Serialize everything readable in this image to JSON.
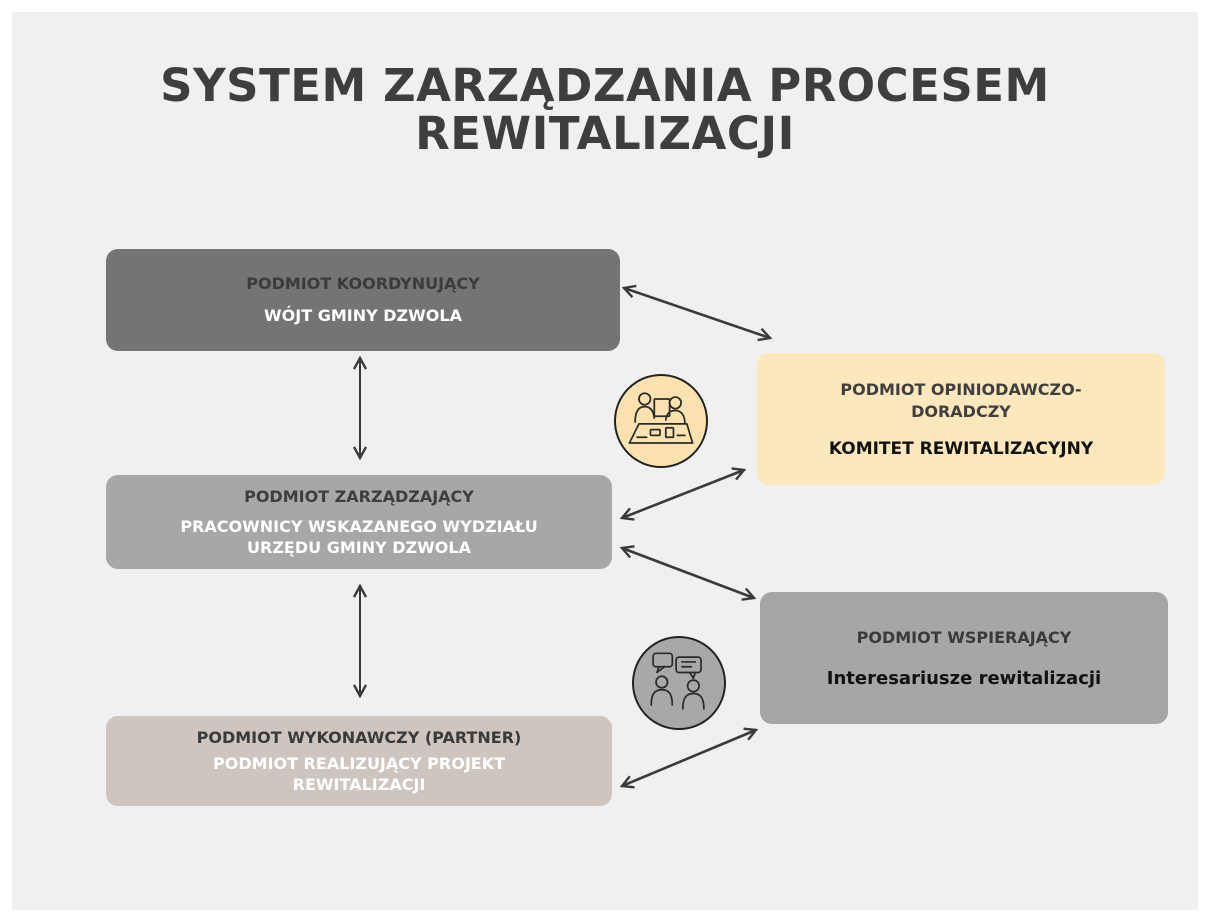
{
  "title": {
    "line1": "SYSTEM ZARZĄDZANIA PROCESEM",
    "line2": "REWITALIZACJI"
  },
  "boxes": {
    "coordinating": {
      "heading": "PODMIOT KOORDYNUJĄCY",
      "subtitle": "WÓJT GMINY DZWOLA",
      "color": "#747474"
    },
    "managing": {
      "heading": "PODMIOT ZARZĄDZAJĄCY",
      "subtitle_line1": "PRACOWNICY WSKAZANEGO WYDZIAŁU",
      "subtitle_line2": "URZĘDU GMINY DZWOLA",
      "color": "#a7a7a7"
    },
    "executive": {
      "heading": "PODMIOT WYKONAWCZY (PARTNER)",
      "subtitle_line1": "PODMIOT REALIZUJĄCY PROJEKT",
      "subtitle_line2": "REWITALIZACJI",
      "color": "#cfc5bf"
    },
    "opinion": {
      "heading_line1": "PODMIOT OPINIODAWCZO-",
      "heading_line2": "DORADCZY",
      "subtitle": "KOMITET REWITALIZACYJNY",
      "color": "#fde8bd"
    },
    "support": {
      "heading": "PODMIOT WSPIERAJĄCY",
      "subtitle": "Interesariusze rewitalizacji",
      "color": "#a6a6a6"
    }
  },
  "icons": {
    "meeting": "meeting-table-icon",
    "chat": "conversation-icon"
  },
  "colors": {
    "background": "#f0f0f0",
    "title": "#3e3e3e",
    "arrow": "#3a3a3a"
  }
}
